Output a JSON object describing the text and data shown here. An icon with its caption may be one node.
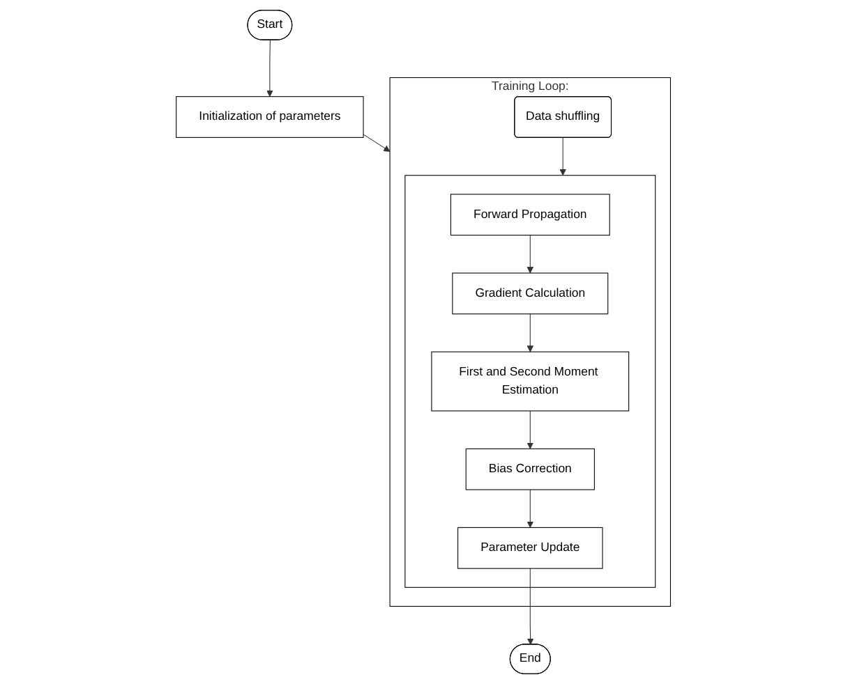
{
  "diagram": {
    "nodes": [
      {
        "text": [
          "Start"
        ]
      },
      {
        "text": [
          "Initialization of parameters"
        ]
      },
      {
        "text": [
          "Training Loop:"
        ]
      },
      {
        "text": [
          "Data shuffling"
        ],
        "in": 2
      },
      {
        "text": [],
        "shape": "box",
        "in": 2
      },
      {
        "text": [
          "Forward Propagation"
        ],
        "in": 4
      },
      {
        "text": [
          "Gradient Calculation"
        ],
        "in": 4
      },
      {
        "text": [
          "First and Second Moment Estimation"
        ],
        "in": 4
      },
      {
        "text": [
          "Bias Correction"
        ],
        "in": 4
      },
      {
        "text": [
          "Parameter Update"
        ],
        "in": 4
      },
      {
        "text": [
          "End"
        ]
      }
    ],
    "edges": [
      {
        "from": 0,
        "to": 1,
        "arrow": "to"
      },
      {
        "from": 1,
        "to": 2,
        "arrow": "to"
      },
      {
        "from": 3,
        "to": 4,
        "arrow": "to"
      },
      {
        "from": 5,
        "to": 6,
        "arrow": "to"
      },
      {
        "from": 6,
        "to": 7,
        "arrow": "to"
      },
      {
        "from": 7,
        "to": 8,
        "arrow": "to"
      },
      {
        "from": 8,
        "to": 9,
        "arrow": "to"
      },
      {
        "from": 9,
        "to": 10,
        "arrow": "to"
      }
    ]
  }
}
